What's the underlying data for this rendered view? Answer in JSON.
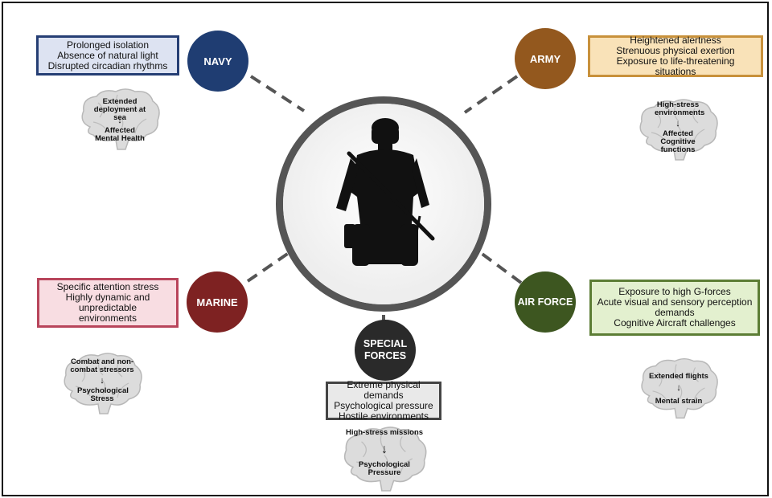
{
  "colors": {
    "navy": "#1f3d72",
    "army": "#93581e",
    "marine": "#7e2222",
    "air_force": "#3d5620",
    "special_forces": "#2a2a2a",
    "navy_box_bg": "#dde3f2",
    "army_box_bg": "#f9e2b8",
    "marine_box_bg": "#f8dde2",
    "air_force_box_bg": "#e3f0cf",
    "special_box_bg": "#e9e9e9"
  },
  "branches": {
    "navy": {
      "name": "NAVY",
      "stressors": [
        "Prolonged isolation",
        "Absence of natural light",
        "Disrupted circadian rhythms"
      ],
      "brain_cause": "Extended deployment at sea",
      "brain_effect": "Affected Mental Health"
    },
    "army": {
      "name": "ARMY",
      "stressors": [
        "Heightened alertness",
        "Strenuous physical exertion",
        "Exposure to life-threatening situations"
      ],
      "brain_cause": "High-stress environments",
      "brain_effect": "Affected Cognitive functions"
    },
    "marine": {
      "name": "MARINE",
      "stressors": [
        "Specific attention stress",
        "Highly dynamic and unpredictable environments"
      ],
      "brain_cause": "Combat and non-combat stressors",
      "brain_effect": "Psychological Stress"
    },
    "air_force": {
      "name": "AIR FORCE",
      "stressors": [
        "Exposure to high G-forces",
        "Acute visual and sensory perception demands",
        "Cognitive Aircraft challenges"
      ],
      "brain_cause": "Extended flights",
      "brain_effect": "Mental strain"
    },
    "special_forces": {
      "name": "SPECIAL FORCES",
      "stressors": [
        "Extreme physical demands",
        "Psychological pressure",
        "Hostile environments"
      ],
      "brain_cause": "High-stress missions",
      "brain_effect": "Psychological Pressure"
    }
  },
  "arrow_glyph": "↓",
  "icons": {
    "center": "soldier-silhouette-icon",
    "brain": "brain-icon"
  }
}
